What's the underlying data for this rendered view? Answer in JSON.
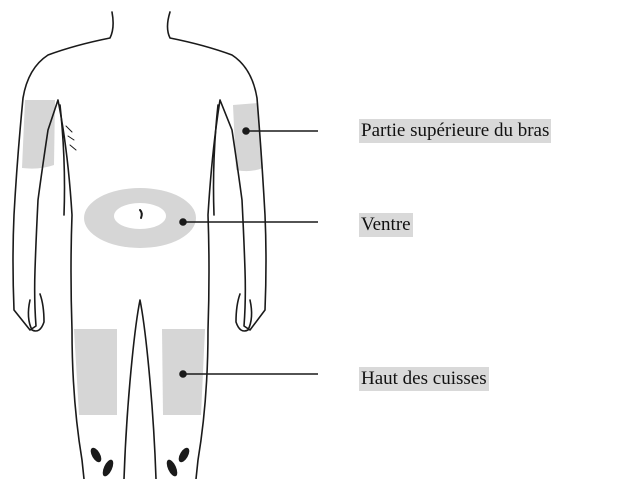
{
  "colors": {
    "background": "#ffffff",
    "outline": "#1a1a1a",
    "injection_zone": "#d6d6d6",
    "label_highlight": "#d9d9d9",
    "text": "#111111"
  },
  "labels": {
    "upper_arm": "Partie supérieure du bras",
    "belly": "Ventre",
    "thighs": "Haut des cuisses"
  }
}
